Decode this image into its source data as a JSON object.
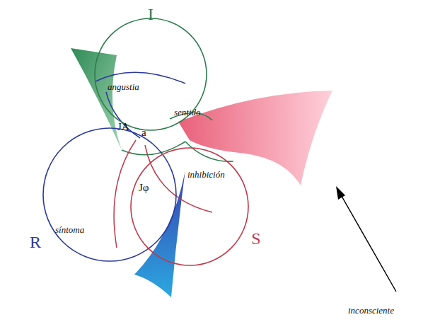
{
  "diagram": {
    "nodes": [
      {
        "text": [
          "I"
        ]
      },
      {
        "text": [
          "R"
        ]
      },
      {
        "text": [
          "S"
        ]
      }
    ],
    "labels": [
      "angustia",
      "sentido",
      "JA",
      "a",
      "inhibición",
      "Jφ",
      "síntoma",
      "inconsciente"
    ]
  }
}
